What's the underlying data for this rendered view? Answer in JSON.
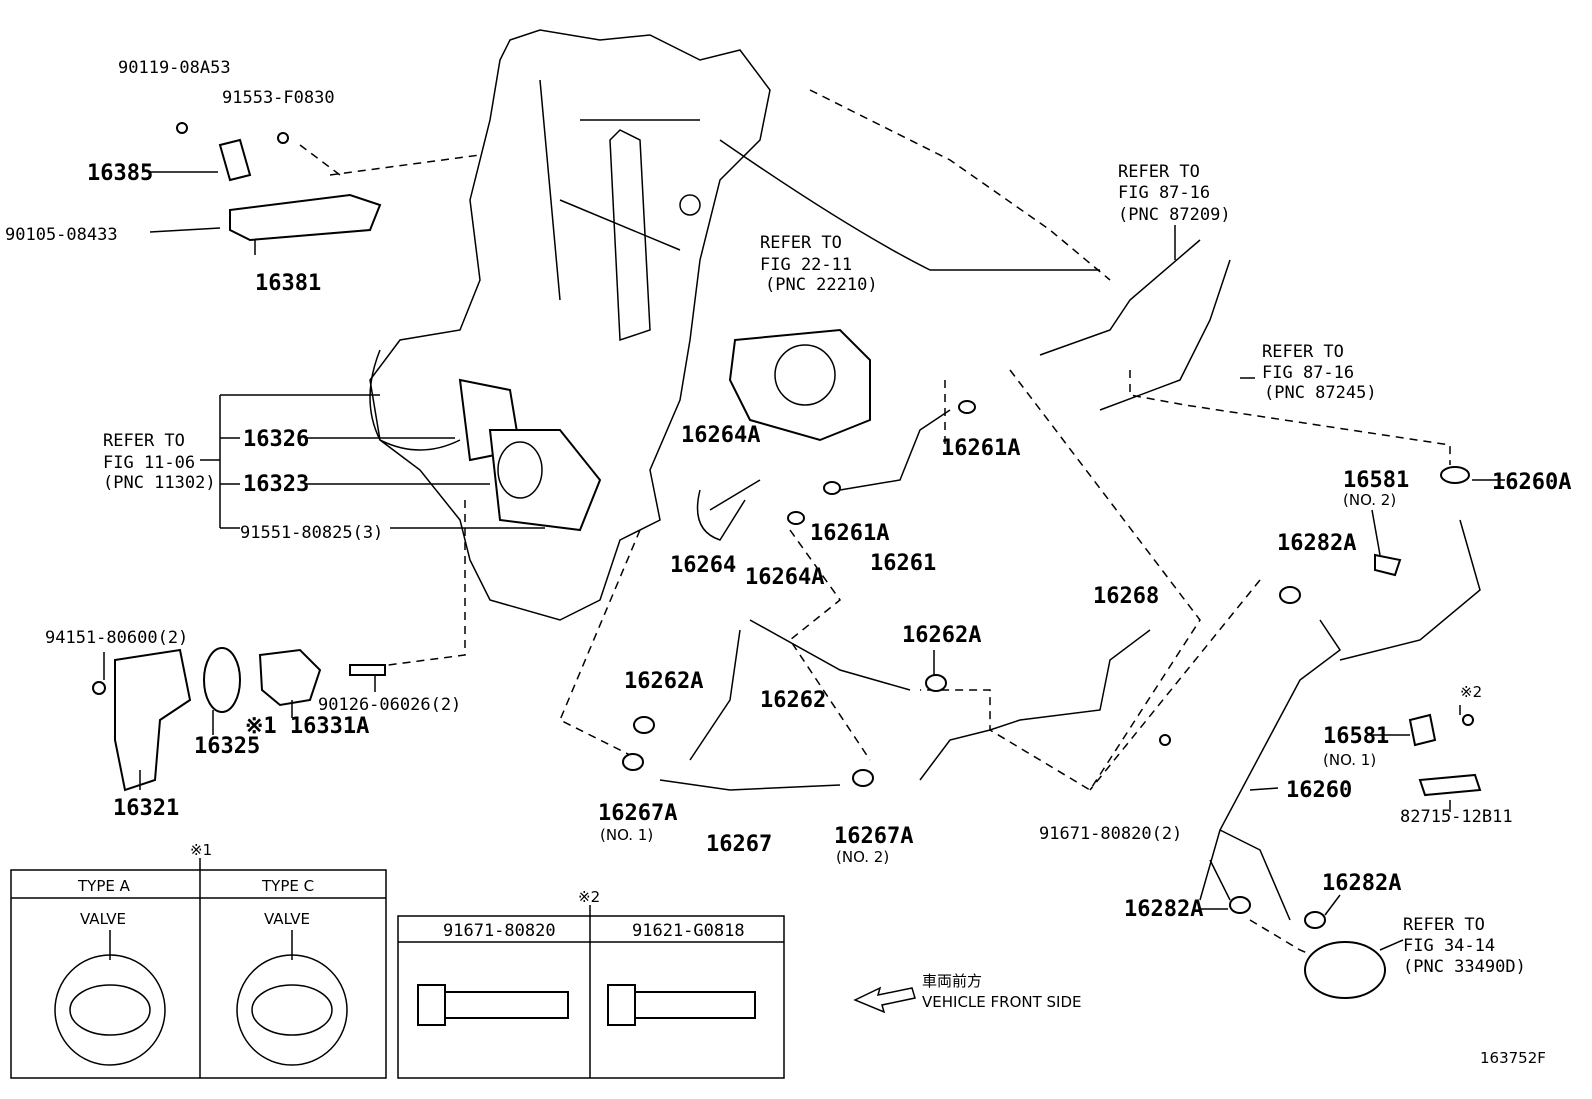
{
  "diagram": {
    "figure_id": "163752F",
    "labels": {
      "p90119": "90119-08A53",
      "p91553": "91553-F0830",
      "p16385": "16385",
      "p90105": "90105-08433",
      "p16381": "16381",
      "p16326": "16326",
      "p16323": "16323",
      "p91551": "91551-80825(3)",
      "p94151": "94151-80600(2)",
      "p90126": "90126-06026(2)",
      "p16331A": "※1 16331A",
      "p16325": "16325",
      "p16321": "16321",
      "p16264A_1": "16264A",
      "p16264A_2": "16264A",
      "p16264": "16264",
      "p16261A_1": "16261A",
      "p16261A_2": "16261A",
      "p16261": "16261",
      "p16268": "16268",
      "p16262A_1": "16262A",
      "p16262A_2": "16262A",
      "p16262": "16262",
      "p16267A_1": "16267A",
      "p16267A_1_note": "(NO. 1)",
      "p16267": "16267",
      "p16267A_2": "16267A",
      "p16267A_2_note": "(NO. 2)",
      "p91671": "91671-80820(2)",
      "p16581_2": "16581",
      "p16581_2_note": "(NO. 2)",
      "p16260A": "16260A",
      "p16282A_1": "16282A",
      "p16282A_2": "16282A",
      "p16282A_3": "16282A",
      "p16581_1": "16581",
      "p16581_1_note": "(NO. 1)",
      "p16260": "16260",
      "p82715": "82715-12B11",
      "mark2": "※2"
    },
    "refs": [
      {
        "l1": "REFER TO",
        "l2": "FIG 22-11",
        "l3": "(PNC 22210)"
      },
      {
        "l1": "REFER TO",
        "l2": "FIG 87-16",
        "l3": "(PNC 87209)"
      },
      {
        "l1": "REFER TO",
        "l2": "FIG 87-16",
        "l3": "(PNC 87245)"
      },
      {
        "l1": "REFER TO",
        "l2": "FIG 11-06",
        "l3": "(PNC 11302)"
      },
      {
        "l1": "REFER TO",
        "l2": "FIG 34-14",
        "l3": "(PNC 33490D)"
      }
    ],
    "table1": {
      "mark": "※1",
      "col_a": "TYPE A",
      "col_c": "TYPE C",
      "valve_a": "VALVE",
      "valve_c": "VALVE"
    },
    "table2": {
      "mark": "※2",
      "col_1": "91671-80820",
      "col_2": "91621-G0818"
    },
    "direction": {
      "jp": "車両前方",
      "en": "VEHICLE FRONT SIDE"
    }
  }
}
